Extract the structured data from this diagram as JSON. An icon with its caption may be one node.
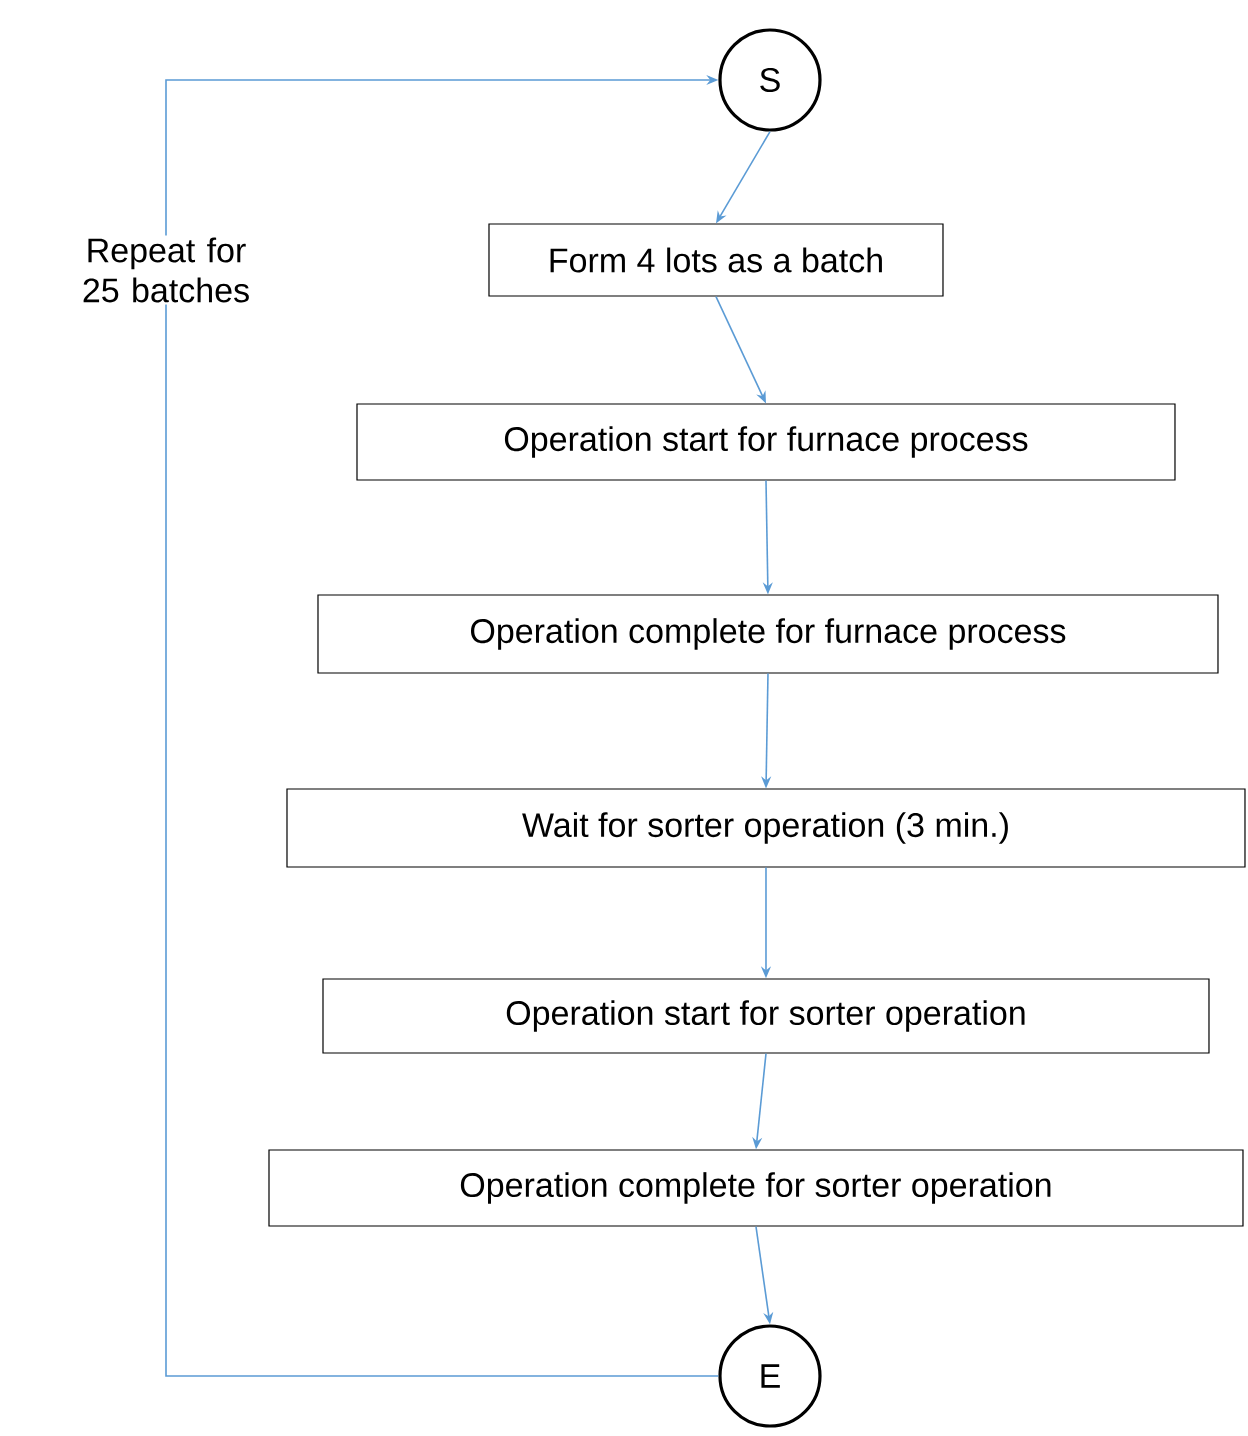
{
  "diagram": {
    "nodes": [
      {
        "text": [
          "S"
        ]
      },
      {
        "text": [
          "Form 4 lots as a batch"
        ]
      },
      {
        "text": [
          "Operation start for furnace process"
        ]
      },
      {
        "text": [
          "Operation complete for furnace process"
        ]
      },
      {
        "text": [
          "Wait for sorter operation (3 min.)"
        ]
      },
      {
        "text": [
          "Operation start for sorter operation"
        ]
      },
      {
        "text": [
          "Operation complete for sorter operation"
        ]
      },
      {
        "text": [
          "E"
        ]
      }
    ],
    "edges": [
      {
        "from": 0,
        "to": 1,
        "arrow": "to"
      },
      {
        "from": 1,
        "to": 2,
        "arrow": "to"
      },
      {
        "from": 2,
        "to": 3,
        "arrow": "to"
      },
      {
        "from": 3,
        "to": 4,
        "arrow": "to"
      },
      {
        "from": 4,
        "to": 5,
        "arrow": "to"
      },
      {
        "from": 5,
        "to": 6,
        "arrow": "to"
      },
      {
        "from": 6,
        "to": 7,
        "arrow": "to"
      },
      {
        "from": 7,
        "to": 0,
        "arrow": "to",
        "label": "Repeat for 25 batches"
      }
    ]
  }
}
